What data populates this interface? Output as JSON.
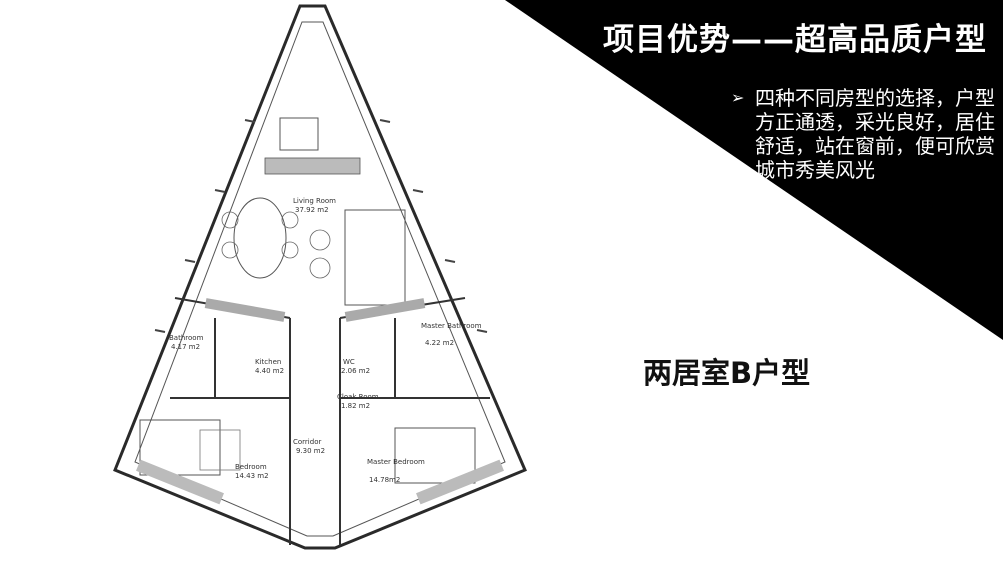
{
  "slide": {
    "title": "项目优势——超高品质户型",
    "bullet_marker": "➢",
    "bullet_text": "四种不同房型的选择，户型方正通透，采光良好，居住舒适，站在窗前，便可欣赏城市秀美风光",
    "unit_label": "两居室B户型",
    "accent_color": "#000000"
  },
  "floor_plan": {
    "rooms": [
      {
        "name": "Living Room",
        "area": "37.92 m2"
      },
      {
        "name": "Bathroom",
        "area": "4.17 m2"
      },
      {
        "name": "Kitchen",
        "area": "4.40 m2"
      },
      {
        "name": "WC",
        "area": "2.06 m2"
      },
      {
        "name": "Master Bathroom",
        "area": "4.22 m2"
      },
      {
        "name": "Cloak Room",
        "area": "1.82 m2"
      },
      {
        "name": "Corridor",
        "area": "9.30 m2"
      },
      {
        "name": "Bedroom",
        "area": "14.43 m2"
      },
      {
        "name": "Master Bedroom",
        "area": "14.78m2"
      }
    ]
  }
}
